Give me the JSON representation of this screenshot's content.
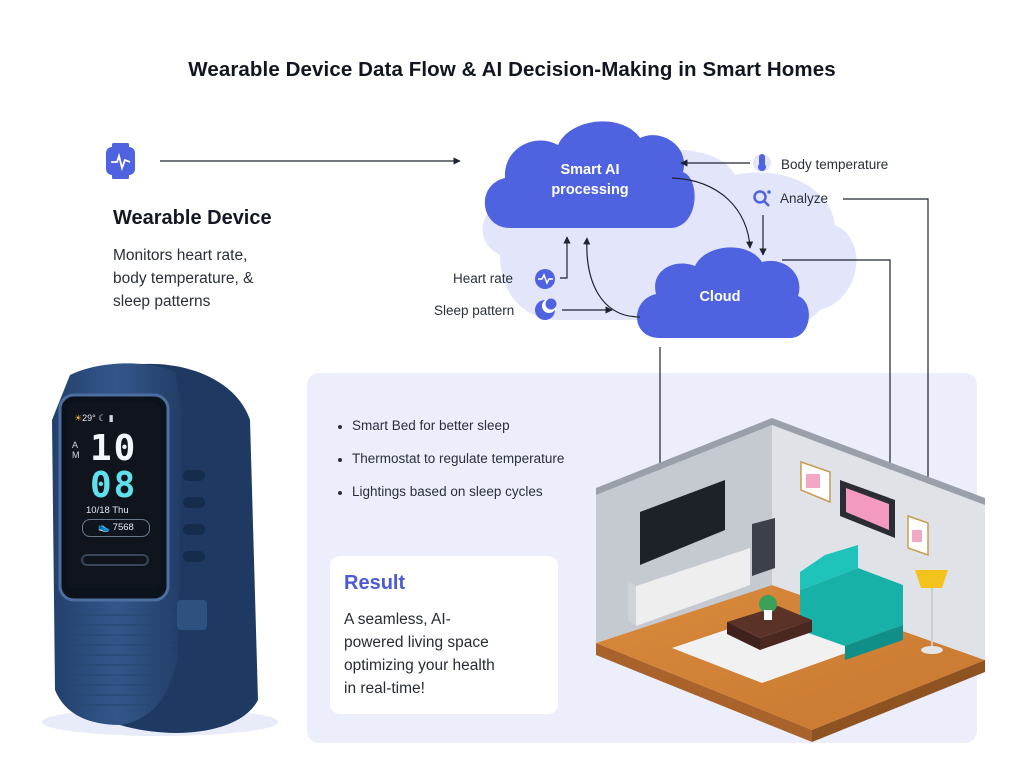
{
  "title": "Wearable Device Data Flow & AI Decision-Making in Smart Homes",
  "wearable": {
    "title": "Wearable Device",
    "description_lines": [
      "Monitors heart rate,",
      "body temperature, &",
      "sleep patterns"
    ],
    "icon": "smartwatch-icon",
    "band_screen": {
      "weather": "29°",
      "hour": "10",
      "minute": "08",
      "ampm_a": "A",
      "ampm_m": "M",
      "date": "10/18 Thu",
      "steps": "7568"
    }
  },
  "flow": {
    "ai_node_lines": [
      "Smart AI",
      "processing"
    ],
    "cloud_node": "Cloud",
    "heart_rate": "Heart rate",
    "sleep_pattern": "Sleep pattern",
    "body_temperature": "Body temperature",
    "analyze": "Analyze"
  },
  "outputs": [
    "Smart Bed for better sleep",
    "Thermostat to regulate temperature",
    "Lightings based on sleep cycles"
  ],
  "result": {
    "title": "Result",
    "lines": [
      "A seamless, AI-",
      "powered living space",
      "optimizing your health",
      "in real-time!"
    ]
  },
  "colors": {
    "accent": "#4a5bd4",
    "cloud": "#4f63e0",
    "panel": "#eceefb",
    "band": "#2e4e7e"
  }
}
